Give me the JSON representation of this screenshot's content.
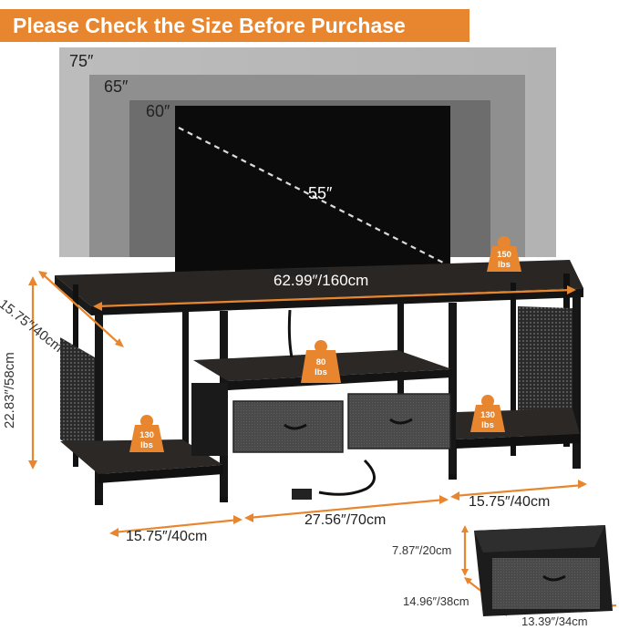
{
  "banner": {
    "title": "Please Check the Size Before Purchase"
  },
  "tv_sizes": {
    "s75": "75″",
    "s65": "65″",
    "s60": "60″",
    "s55": "55″"
  },
  "dimensions": {
    "width": "62.99″/160cm",
    "depth": "15.75″/40cm",
    "height": "22.83″/58cm",
    "left_section": "15.75″/40cm",
    "middle_section": "27.56″/70cm",
    "right_section": "15.75″/40cm",
    "drawer_height": "7.87″/20cm",
    "drawer_depth": "14.96″/38cm",
    "drawer_width": "13.39″/34cm"
  },
  "load_capacity": {
    "top": {
      "value": "150",
      "unit": "lbs"
    },
    "middle": {
      "value": "80",
      "unit": "lbs"
    },
    "left": {
      "value": "130",
      "unit": "lbs"
    },
    "right": {
      "value": "130",
      "unit": "lbs"
    }
  },
  "colors": {
    "accent": "#e8862f",
    "furniture": "#1e1e1e",
    "tv_frame_75": "#a7a7a7",
    "tv_frame_65": "#8a8a8a",
    "tv_frame_60": "#6a6a6a"
  }
}
